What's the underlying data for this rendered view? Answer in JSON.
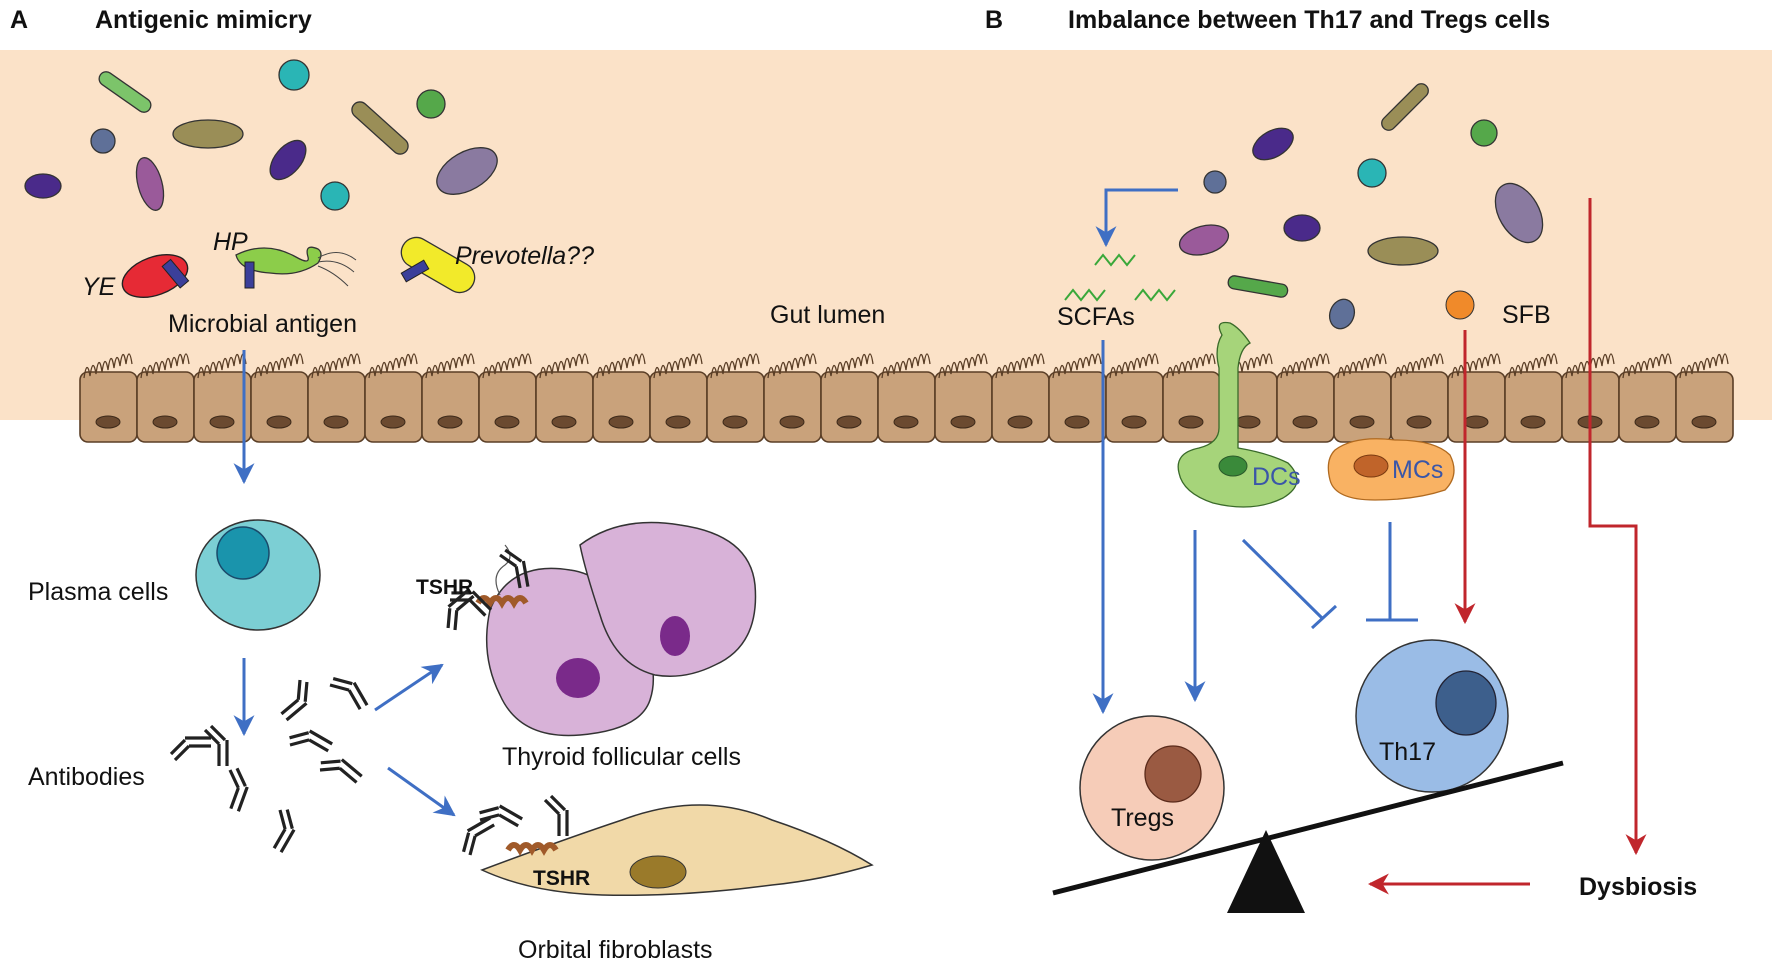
{
  "panels": {
    "a": {
      "letter": "A",
      "title": "Antigenic mimicry"
    },
    "b": {
      "letter": "B",
      "title": "Imbalance between Th17 and Tregs cells"
    }
  },
  "labels": {
    "ye": "YE",
    "hp": "HP",
    "prevotella": "Prevotella??",
    "microbial_antigen": "Microbial antigen",
    "gut_lumen": "Gut lumen",
    "plasma_cells": "Plasma cells",
    "antibodies": "Antibodies",
    "tshr_thyroid": "TSHR",
    "tshr_fibroblast": "TSHR",
    "thyroid_follicular_cells": "Thyroid follicular cells",
    "orbital_fibroblasts": "Orbital fibroblasts",
    "scfas": "SCFAs",
    "sfb": "SFB",
    "dcs": "DCs",
    "mcs": "MCs",
    "tregs": "Tregs",
    "th17": "Th17",
    "dysbiosis": "Dysbiosis"
  },
  "colors": {
    "lumen": "#fbe2c8",
    "epithelium": "#c9a27b",
    "blue_arrow": "#3f6fc4",
    "red_arrow": "#c0262c"
  }
}
